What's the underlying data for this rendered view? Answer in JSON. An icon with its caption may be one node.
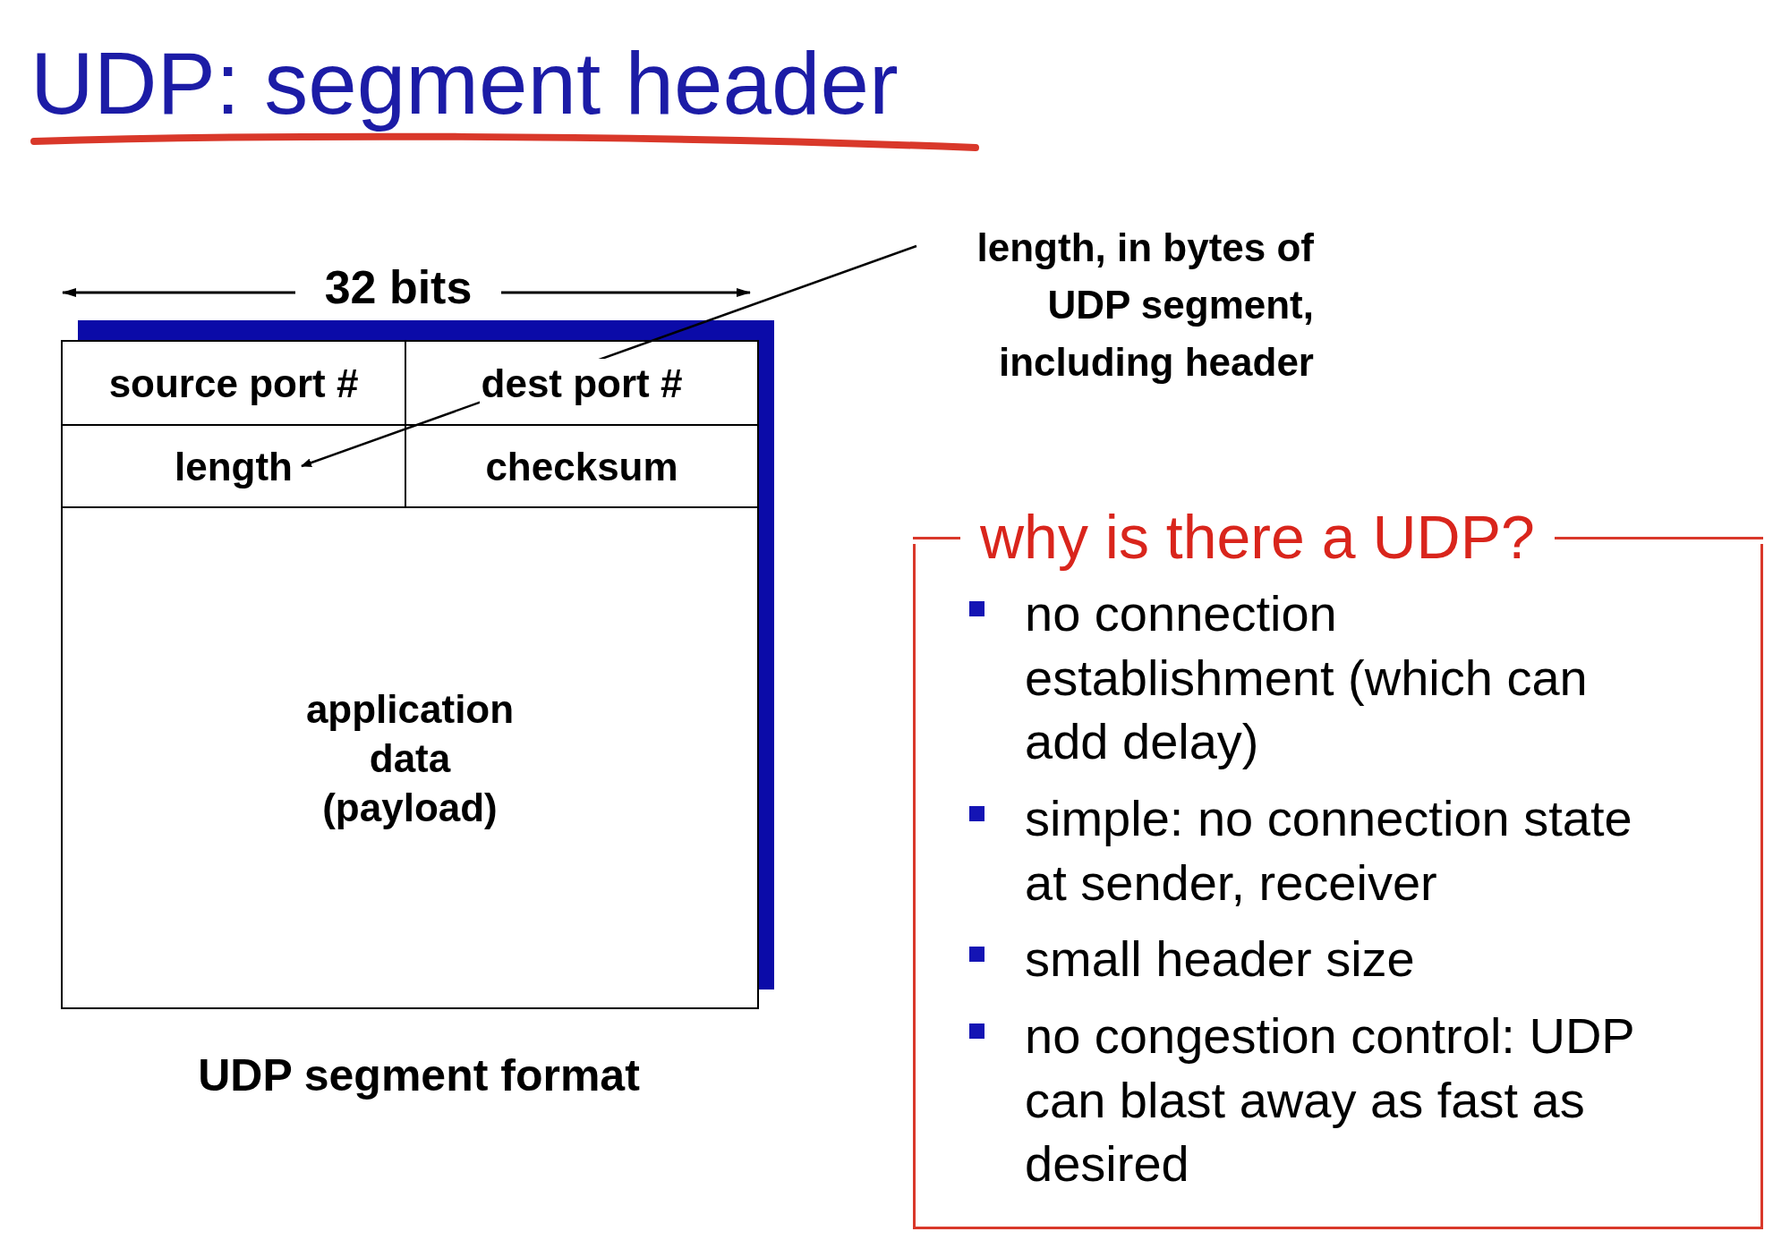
{
  "diagram": {
    "title": "UDP: segment header",
    "nodes": [
      {
        "text": [],
        "shape": "box"
      },
      {
        "text": [
          "source port #"
        ],
        "in": 0
      },
      {
        "text": [
          "dest port #"
        ],
        "in": 0
      },
      {
        "text": [
          "length"
        ],
        "in": 0
      },
      {
        "text": [
          "checksum"
        ],
        "in": 0
      },
      {
        "text": [
          "application data (payload)"
        ],
        "in": 0
      },
      {
        "text": [
          "length, in bytes of UDP segment, including header"
        ]
      },
      {
        "text": [
          "why is there a UDP?",
          "no connection establishment (which can add delay)",
          "simple: no connection state at sender, receiver",
          "small header size",
          "no congestion control: UDP can blast away as fast as desired"
        ]
      }
    ],
    "edges": [
      {
        "from": 6,
        "to": 3,
        "arrow": "to"
      }
    ],
    "labels": [
      "32 bits",
      "UDP segment format"
    ]
  }
}
